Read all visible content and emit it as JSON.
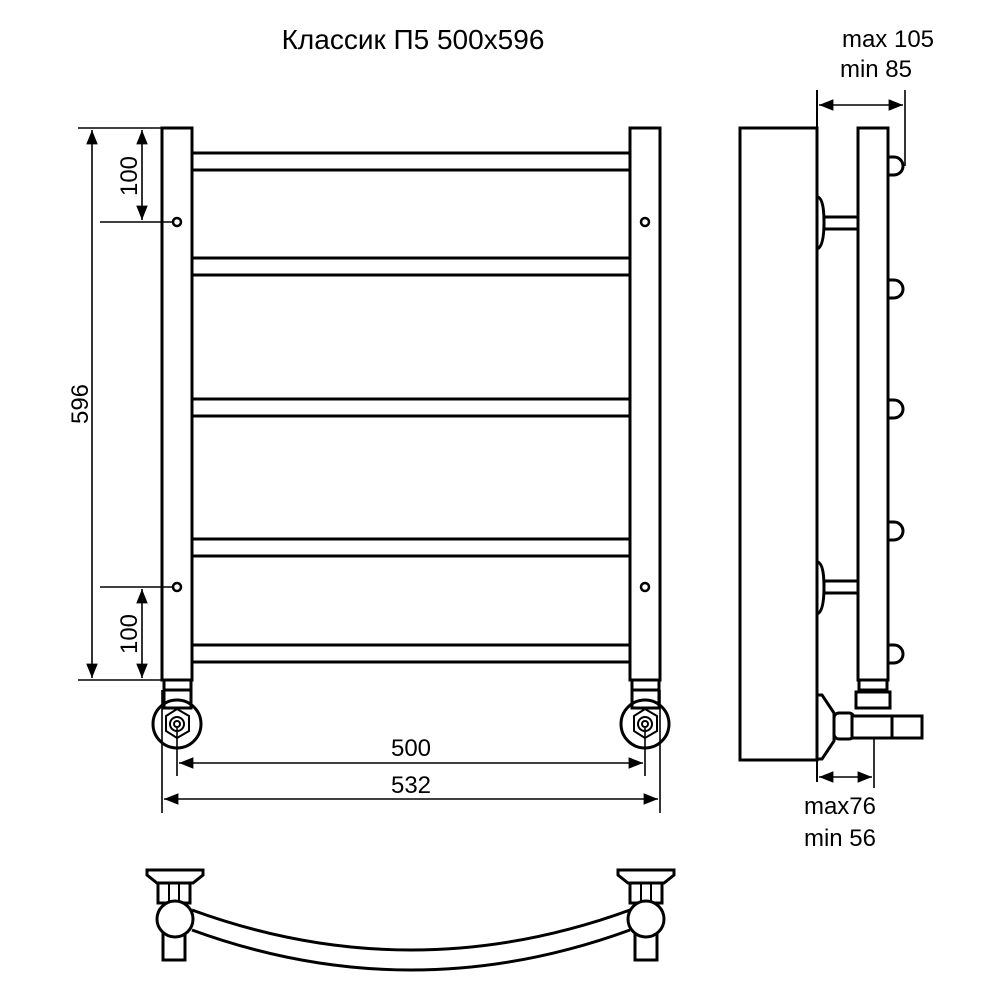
{
  "title": "Классик П5 500x596",
  "dimensions": {
    "height": "596",
    "top_offset": "100",
    "bottom_offset": "100",
    "axis_distance": "500",
    "overall_width": "532",
    "depth_max": "max 105",
    "depth_min": "min 85",
    "valve_max": "max76",
    "valve_min": "min 56"
  },
  "colors": {
    "line": "#000000",
    "background": "#ffffff"
  }
}
